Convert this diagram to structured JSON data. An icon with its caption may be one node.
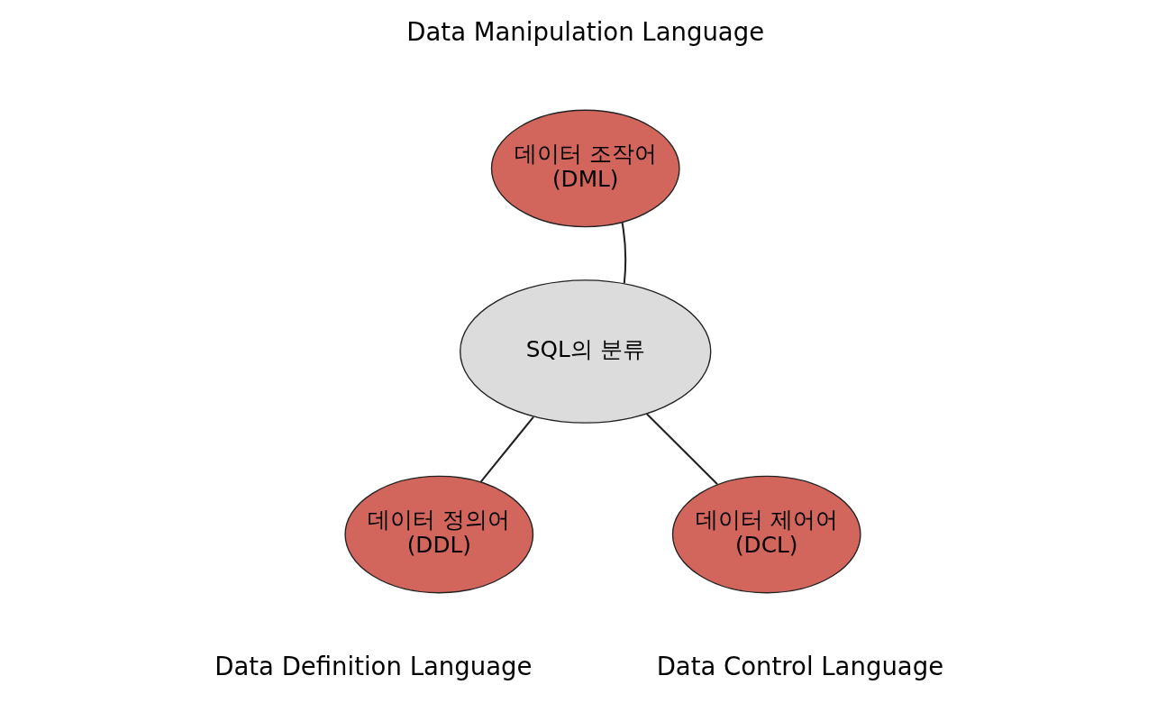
{
  "diagram": {
    "nodes": [
      {
        "text": [
          "데이터 조작어 (DML)"
        ],
        "beside": [
          "Data Manipulation Language"
        ]
      },
      {
        "text": [
          "SQL의 분류"
        ]
      },
      {
        "text": [
          "데이터 정의어 (DDL)"
        ],
        "beside": [
          "Data Definition Language"
        ]
      },
      {
        "text": [
          "데이터 제어어 (DCL)"
        ],
        "beside": [
          "Data Control Language"
        ]
      }
    ],
    "edges": [
      {
        "from": 1,
        "to": 0,
        "arrow": "none"
      },
      {
        "from": 1,
        "to": 2,
        "arrow": "none"
      },
      {
        "from": 1,
        "to": 3,
        "arrow": "none"
      }
    ]
  }
}
